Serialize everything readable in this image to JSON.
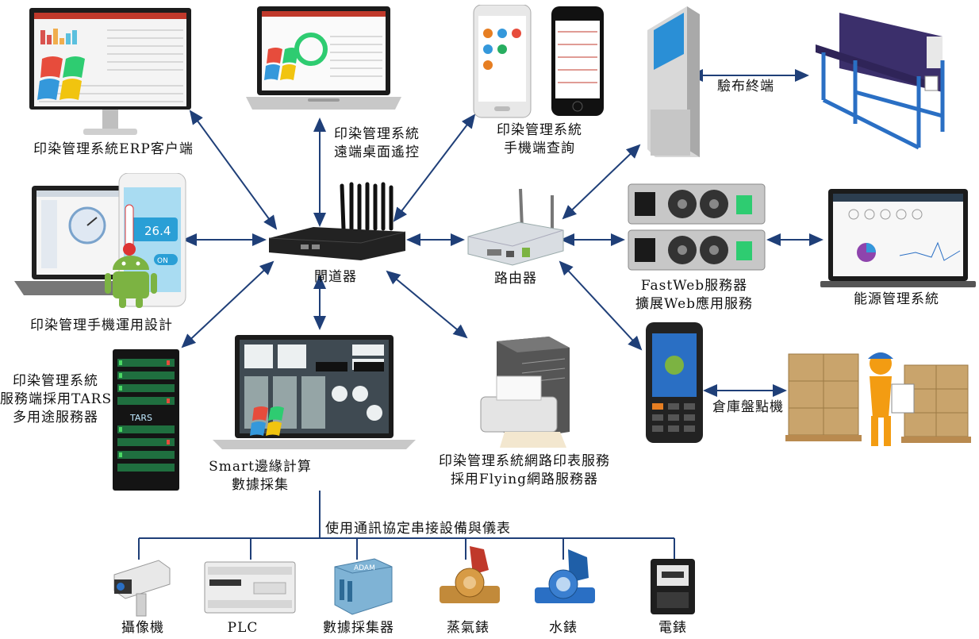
{
  "colors": {
    "arrow": "#1f3f78",
    "line": "#1f3f78",
    "screen_blue": "#2a6fc4",
    "device_dark": "#222222"
  },
  "labels": {
    "erp_client": "印染管理系統ERP客户端",
    "remote_desktop_1": "印染管理系統",
    "remote_desktop_2": "遠端桌面遙控",
    "mobile_query_1": "印染管理系統",
    "mobile_query_2": "手機端查詢",
    "inspection_terminal": "驗布終端",
    "mobile_app": "印染管理手機運用設計",
    "gateway": "閘道器",
    "router": "路由器",
    "fastweb_1": "FastWeb服務器",
    "fastweb_2": "擴展Web應用服務",
    "energy": "能源管理系統",
    "tars_1": "印染管理系統",
    "tars_2": "服務端採用TARS",
    "tars_3": "多用途服務器",
    "smart_1": "Smart邊緣計算",
    "smart_2": "數據採集",
    "print_1": "印染管理系統網路印表服務",
    "print_2": "採用Flying網路服務器",
    "inventory": "倉庫盤點機",
    "protocol": "使用通訊協定串接設備與儀表",
    "camera": "攝像機",
    "plc": "PLC",
    "daq": "數據採集器",
    "steam_meter": "蒸氣錶",
    "water_meter": "水錶",
    "power_meter": "電錶"
  },
  "device_text": {
    "phone_temp": "26.4",
    "phone_on": "ON",
    "tars_badge": "TARS",
    "adam_badge": "ADAM"
  },
  "icons": [
    "monitor-icon",
    "laptop-icon",
    "smartphone-icon",
    "kiosk-icon",
    "fabric-inspection-machine-icon",
    "gateway-icon",
    "router-icon",
    "server-icon",
    "server-rack-icon",
    "printer-icon",
    "handheld-scanner-icon",
    "warehouse-worker-icon",
    "camera-icon",
    "plc-icon",
    "daq-module-icon",
    "steam-meter-icon",
    "water-meter-icon",
    "electric-meter-icon"
  ]
}
